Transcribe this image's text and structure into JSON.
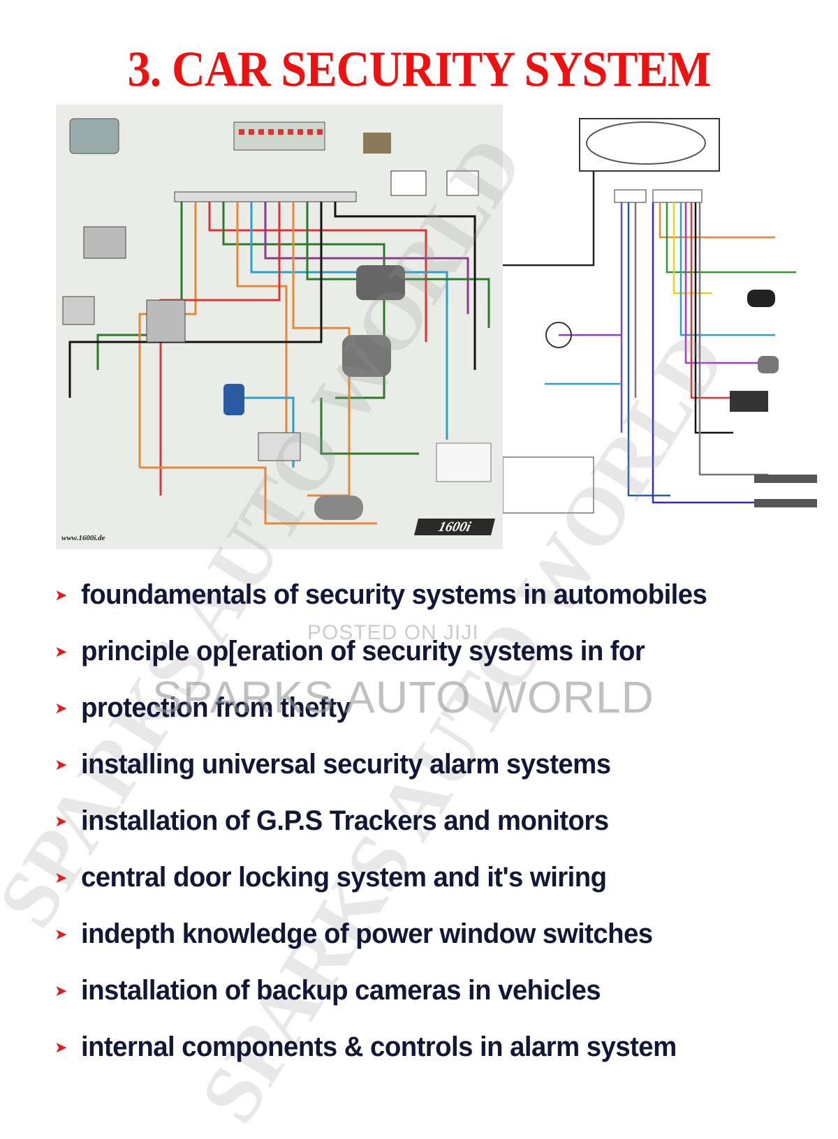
{
  "title": "3.  CAR SECURITY SYSTEM",
  "diagram_left": {
    "credit": "www.1600i.de",
    "brand": "1600i"
  },
  "features": [
    "foundamentals of security systems in automobiles",
    "principle op[eration of security systems in for",
    "protection from thefty",
    "installing universal security alarm systems",
    "installation of G.P.S  Trackers and monitors",
    "central door locking system and it's wiring",
    "indepth knowledge of power window switches",
    "installation of backup cameras in vehicles",
    "internal components & controls in alarm system"
  ],
  "watermarks": {
    "posted": "POSTED ON JIJI",
    "center": "SPARKS AUTO WORLD",
    "diagonal_1": "SPARKS AUTO WORLD",
    "diagonal_2": "SPARKS AUTO WORLD"
  },
  "colors": {
    "title": "#ee1111",
    "bullet": "#e21c1c",
    "text": "#101737"
  },
  "icons": {
    "bullet": "arrowhead-right-icon"
  }
}
